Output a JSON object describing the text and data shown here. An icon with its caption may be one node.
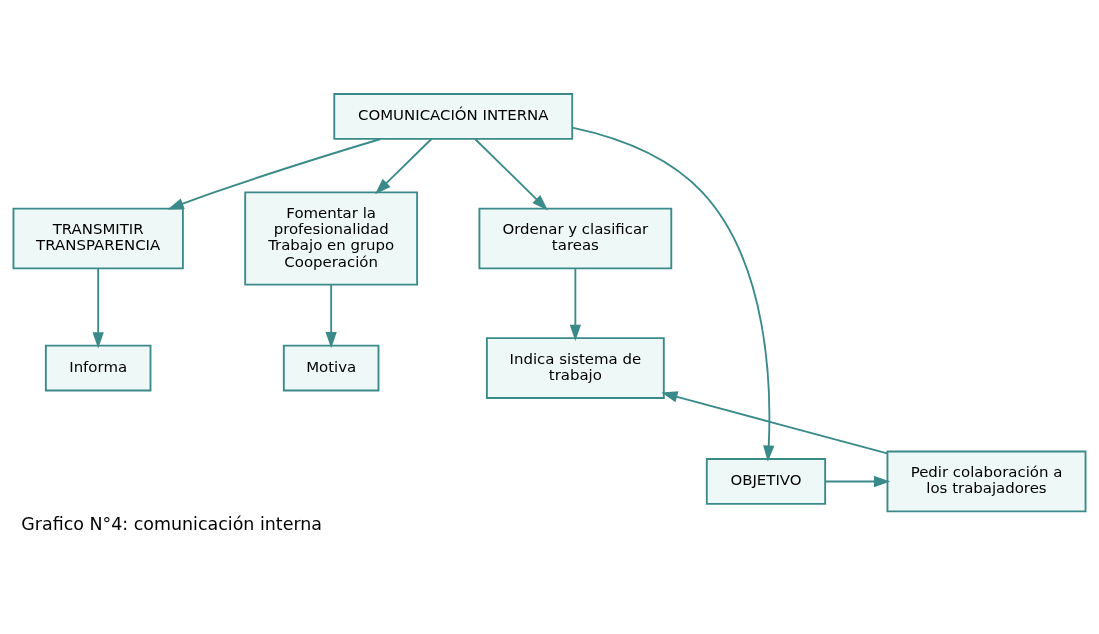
{
  "diagram": {
    "caption": "Grafico N°4: comunicación interna",
    "nodes": [
      {
        "text": [
          "COMUNICACIÓN INTERNA"
        ]
      },
      {
        "text": [
          "TRANSMITIR TRANSPARENCIA"
        ]
      },
      {
        "text": [
          "Fomentar la profesionalidad Trabajo en grupo Cooperación"
        ]
      },
      {
        "text": [
          "Ordenar y clasificar tareas"
        ]
      },
      {
        "text": [
          "Informa"
        ]
      },
      {
        "text": [
          "Motiva"
        ]
      },
      {
        "text": [
          "Indica sistema de trabajo"
        ]
      },
      {
        "text": [
          "OBJETIVO"
        ]
      },
      {
        "text": [
          "Pedir colaboración a los trabajadores"
        ]
      }
    ],
    "edges": [
      {
        "from": 0,
        "to": 1,
        "arrow": "to"
      },
      {
        "from": 0,
        "to": 2,
        "arrow": "to"
      },
      {
        "from": 0,
        "to": 3,
        "arrow": "to"
      },
      {
        "from": 1,
        "to": 4,
        "arrow": "to"
      },
      {
        "from": 2,
        "to": 5,
        "arrow": "to"
      },
      {
        "from": 3,
        "to": 6,
        "arrow": "to"
      },
      {
        "from": 0,
        "to": 7,
        "arrow": "to"
      },
      {
        "from": 7,
        "to": 8,
        "arrow": "to"
      },
      {
        "from": 8,
        "to": 6,
        "arrow": "to"
      }
    ]
  }
}
